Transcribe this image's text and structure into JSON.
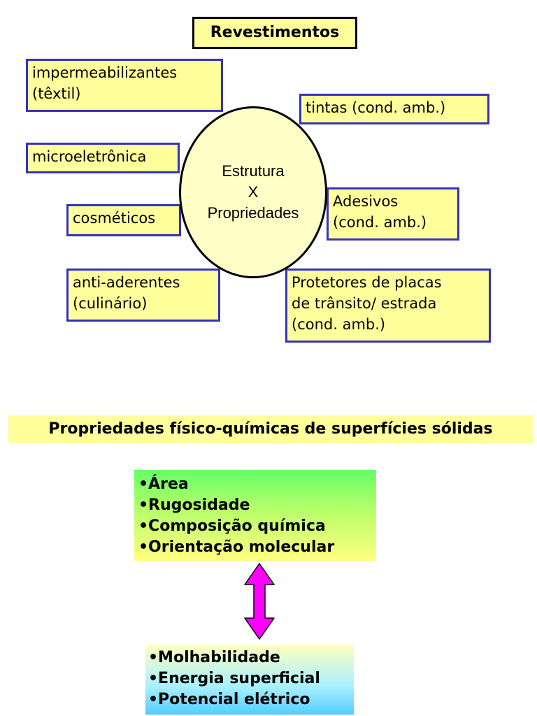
{
  "title": "Revestimentos",
  "center": {
    "line1": "Estrutura",
    "line2": "X",
    "line3": "Propriedades"
  },
  "applications": {
    "impermeabilizantes": {
      "line1": "impermeabilizantes",
      "line2": "(têxtil)"
    },
    "tintas": {
      "line1": "tintas (cond. amb.)"
    },
    "microeletronica": {
      "line1": "microeletrônica"
    },
    "adesivos": {
      "line1": "Adesivos",
      "line2": "(cond. amb.)"
    },
    "cosmeticos": {
      "line1": "cosméticos"
    },
    "anti_aderentes": {
      "line1": "anti-aderentes",
      "line2": "(culinário)"
    },
    "protetores": {
      "line1": "Protetores de placas",
      "line2": "de trânsito/ estrada",
      "line3": "(cond. amb.)"
    }
  },
  "section_title": "Propriedades físico-químicas de superfícies sólidas",
  "surface_properties": [
    "•Área",
    "•Rugosidade",
    "•Composição química",
    "•Orientação molecular"
  ],
  "wetting_properties": [
    "•Molhabilidade",
    "•Energia superficial",
    "•Potencial elétrico"
  ],
  "colors": {
    "box_fill": "#ffff9c",
    "box_border": "#3333bb",
    "arrow": "#ff00ff"
  }
}
